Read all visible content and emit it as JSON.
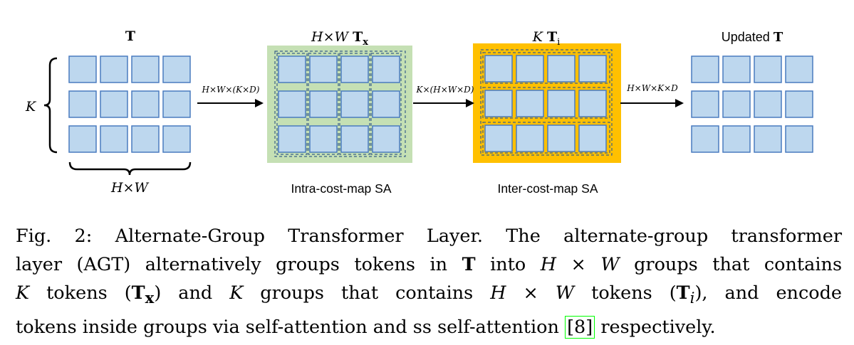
{
  "figure": {
    "panels": [
      {
        "title_prefix": "",
        "title_bold": "T",
        "title_subscript": ""
      },
      {
        "title_prefix": "H×W",
        "title_bold": "T",
        "title_subscript": "x"
      },
      {
        "title_prefix": "K",
        "title_bold": "T",
        "title_subscript": "i"
      },
      {
        "title_prefix": "Updated",
        "title_bold": "T",
        "title_subscript": ""
      }
    ],
    "left_brace_label": "K",
    "bottom_brace_label": "H×W",
    "arrows": [
      {
        "label": "H×W×(K×D)"
      },
      {
        "label": "K×(H×W×D)"
      },
      {
        "label": "H×W×K×D"
      }
    ],
    "panel_captions": [
      "Intra-cost-map SA",
      "Inter-cost-map SA"
    ],
    "colors": {
      "token_fill": "#bdd7ee",
      "token_stroke": "#4a7bbf",
      "intra_bg": "#c5e0b4",
      "inter_bg": "#ffc000"
    }
  },
  "caption": {
    "fig_label": "Fig. 2:",
    "line1": "Alternate-Group Transformer Layer. The alternate-group transformer",
    "line2a": "layer (AGT) alternatively groups tokens in",
    "line2_T": "T",
    "line2b": "into",
    "line2_HW": "H × W",
    "line2c": "groups that contains",
    "line3_K": "K",
    "line3a": "tokens (",
    "line3_Tx": "T",
    "line3_Tx_sub": "x",
    "line3b": ") and",
    "line3_K2": "K",
    "line3c": "groups that contains",
    "line3_HW": "H × W",
    "line3d": "tokens (",
    "line3_Ti": "T",
    "line3_Ti_sub": "i",
    "line3e": "), and encode",
    "line4a": "tokens inside groups via self-attention and ss self-attention",
    "line4_ref": "8",
    "line4b": "respectively."
  }
}
